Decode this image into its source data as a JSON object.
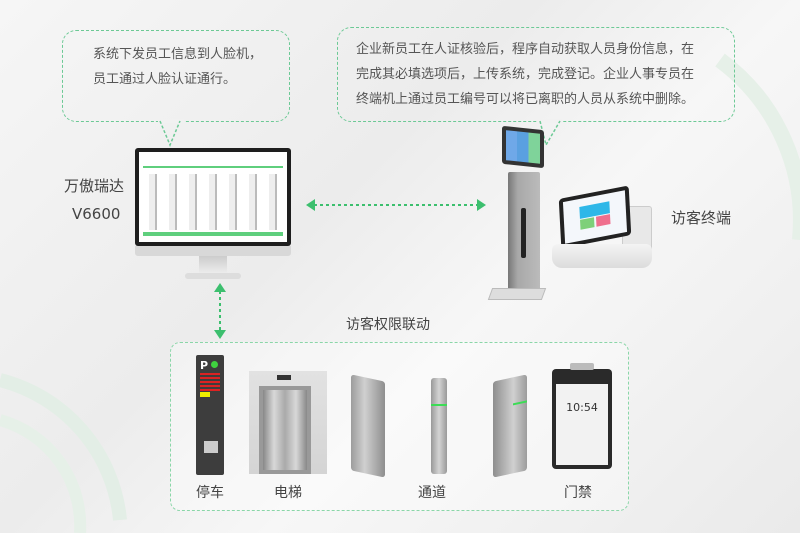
{
  "bubbles": {
    "left": {
      "line1": "系统下发员工信息到人脸机，",
      "line2": "员工通过人脸认证通行。"
    },
    "right": {
      "line1": "企业新员工在人证核验后，程序自动获取人员身份信息，在",
      "line2": "完成其必填选项后，上传系统，完成登记。企业人事专员在",
      "line3": "终端机上通过员工编号可以将已离职的人员从系统中删除。"
    }
  },
  "system": {
    "name": "万傲瑞达",
    "version": "V6600"
  },
  "terminal": {
    "label": "访客终端"
  },
  "linkage": {
    "title": "访客权限联动",
    "devices": [
      "停车",
      "电梯",
      "通道",
      "门禁"
    ]
  },
  "face_device": {
    "time": "10:54"
  },
  "colors": {
    "accent": "#3cbf6e",
    "dash": "#6cc995"
  }
}
